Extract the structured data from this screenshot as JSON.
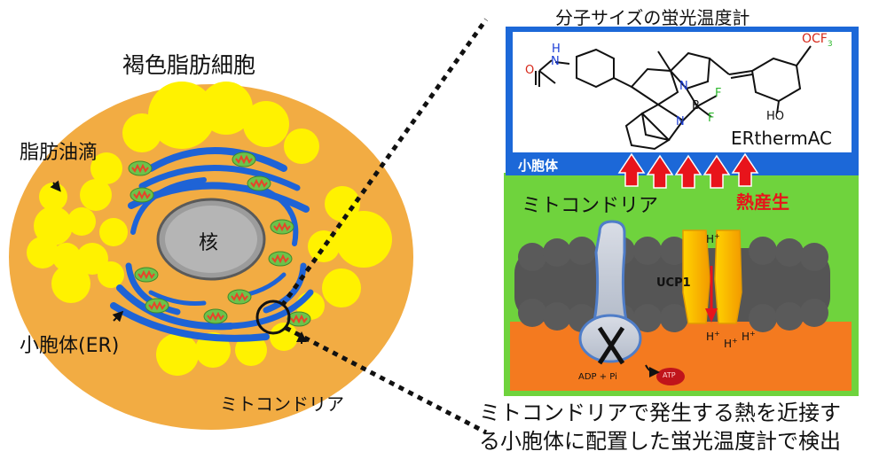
{
  "left": {
    "title": "褐色脂肪細胞",
    "lipid_label": "脂肪油滴",
    "nucleus_label": "核",
    "er_label": "小胞体(ER)",
    "mito_label": "ミトコンドリア"
  },
  "right": {
    "title": "分子サイズの蛍光温度計",
    "probe_name": "ERthermAC",
    "er_band_label": "小胞体",
    "mito_label": "ミトコンドリア",
    "heat_label": "熱産生",
    "ucp_label": "UCP1",
    "adp_label": "ADP + Pi",
    "atp_label": "ATP",
    "proton": "H",
    "proton_sup": "+"
  },
  "molecule": {
    "amide_h": "H",
    "amide_n": "N",
    "amide_o": "O",
    "n1": "N",
    "n2": "N",
    "boron": "B",
    "f1": "F",
    "f2": "F",
    "ocf3_o": "OCF",
    "ocf3_sub": "3",
    "ho": "HO"
  },
  "caption": {
    "line1": "ミトコンドリアで発生する熱を近接す",
    "line2": "る小胞体に配置した蛍光温度計で検出"
  },
  "colors": {
    "cell": "#F2AC43",
    "lipid": "#FFF200",
    "er": "#1E63D6",
    "mito_green": "#6CC24A",
    "mito_red": "#E8442A",
    "nucleus": "#A0A0A0",
    "membrane": "#555555",
    "matrix": "#F47A1F",
    "arrow_red": "#E8141B",
    "blue_frame": "#1C68D8"
  }
}
